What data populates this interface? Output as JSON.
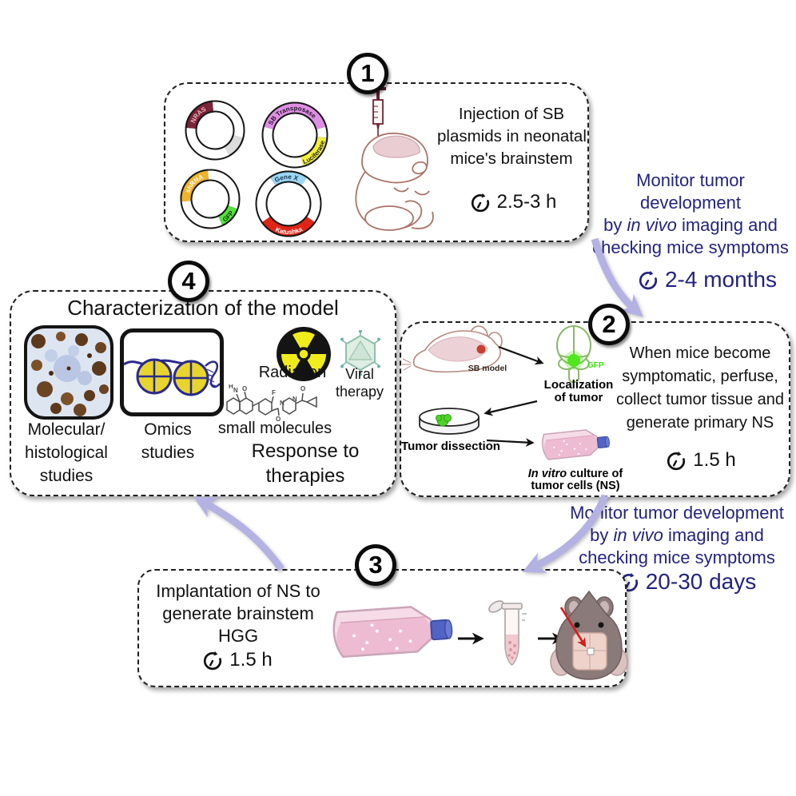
{
  "colors": {
    "navy": "#23237f",
    "arrow_purple": "#b4b1e3",
    "gfp_green": "#3ddb12"
  },
  "steps": {
    "s1": {
      "num": "1",
      "lines": [
        "Injection of SB",
        "plasmids in neonatal",
        "mice's brainstem"
      ],
      "duration": "2.5-3 h"
    },
    "s2": {
      "num": "2",
      "lines": [
        "When mice become",
        "symptomatic, perfuse,",
        "collect tumor tissue and",
        "generate primary NS"
      ],
      "duration": "1.5 h",
      "labels": {
        "sb_model": "SB model",
        "gfp": "GFP",
        "loc1": "Localization",
        "loc2": "of tumor",
        "dissection": "Tumor dissection",
        "culture_it": "In vitro",
        "culture_rest": " culture of",
        "culture2": "tumor cells (NS)"
      }
    },
    "s3": {
      "num": "3",
      "lines": [
        "Implantation of NS to",
        "generate brainstem",
        "HGG"
      ],
      "duration": "1.5 h"
    },
    "s4": {
      "num": "4",
      "title": "Characterization of the model",
      "items": {
        "mol1": "Molecular/",
        "mol2": "histological",
        "mol3": "studies",
        "omics1": "Omics",
        "omics2": "studies",
        "radiation": "Radiation",
        "viral1": "Viral",
        "viral2": "therapy",
        "small": "small molecules",
        "resp1": "Response to",
        "resp2": "therapies"
      }
    }
  },
  "plasmids": {
    "p1": "NRAS",
    "p2a": "SB Transposase",
    "p2b": "Luciferase",
    "p3a": "shRNA",
    "p3b": "GFP",
    "p4a": "Gene X",
    "p4b": "Katushka"
  },
  "transitions": {
    "t12": {
      "l1": "Monitor tumor development",
      "l2pre": "by ",
      "l2it": "in vivo",
      "l2post": " imaging and",
      "l3": "checking mice symptoms",
      "duration": "2-4 months"
    },
    "t23": {
      "l1": "Monitor tumor development",
      "l2pre": "by ",
      "l2it": "in vivo",
      "l2post": " imaging and",
      "l3": "checking mice symptoms",
      "duration": "20-30 days"
    }
  }
}
